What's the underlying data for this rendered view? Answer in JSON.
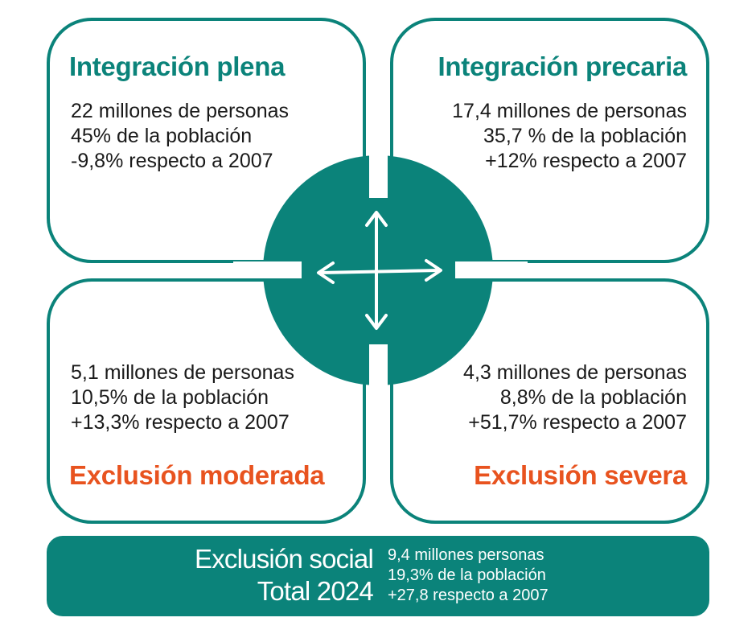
{
  "quadrants": {
    "top_left": {
      "title": "Integración plena",
      "people": "22 millones de personas",
      "share": "45% de la población",
      "change": "-9,8% respecto a 2007"
    },
    "top_right": {
      "title": "Integración precaria",
      "people": "17,4 millones de personas",
      "share": "35,7 % de la población",
      "change": "+12% respecto a 2007"
    },
    "bottom_left": {
      "title": "Exclusión moderada",
      "people": "5,1 millones de personas",
      "share": "10,5% de la población",
      "change": "+13,3% respecto a 2007"
    },
    "bottom_right": {
      "title": "Exclusión severa",
      "people": "4,3 millones de personas",
      "share": "8,8% de la población",
      "change": "+51,7% respecto a 2007"
    }
  },
  "footer": {
    "title_line1": "Exclusión social",
    "title_line2": "Total 2024",
    "people": "9,4 millones personas",
    "share": "19,3% de la población",
    "change": "+27,8 respecto a 2007"
  },
  "colors": {
    "teal": "#0b837a",
    "orange": "#e8531f",
    "text": "#1a1a1a"
  },
  "icons": {
    "hub": "four-way-arrow-icon"
  }
}
